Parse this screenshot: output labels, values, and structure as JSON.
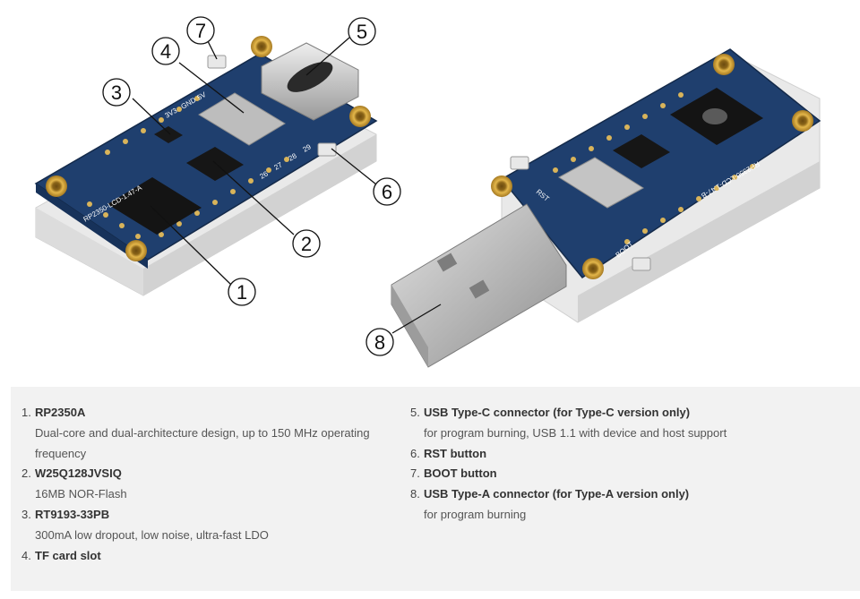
{
  "callout_numbers": [
    "1",
    "2",
    "3",
    "4",
    "5",
    "6",
    "7",
    "8"
  ],
  "board_silkscreen": {
    "left_board_label": "RP2350-LCD-1.47-A",
    "right_board_label": "RP2350-LCD-1.47-B",
    "pin_labels": [
      "3V3",
      "GND",
      "5V",
      "RST",
      "BOOT",
      "26",
      "27",
      "28",
      "29"
    ]
  },
  "colors": {
    "pcb_blue": "#1f3f6e",
    "gold_standoff": "#c99a2e",
    "usb_metal": "#c4c4c4",
    "panel_bg": "#f2f2f2"
  },
  "legend": {
    "left": [
      {
        "num": "1.",
        "title": "RP2350A",
        "desc": "Dual-core and dual-architecture design, up to 150 MHz operating frequency"
      },
      {
        "num": "2.",
        "title": "W25Q128JVSIQ",
        "desc": "16MB NOR-Flash"
      },
      {
        "num": "3.",
        "title": "RT9193-33PB",
        "desc": "300mA low dropout, low noise, ultra-fast LDO"
      },
      {
        "num": "4.",
        "title": "TF card slot",
        "desc": ""
      }
    ],
    "right": [
      {
        "num": "5.",
        "title": "USB Type-C connector (for Type-C version only)",
        "desc": "for program burning, USB 1.1 with device and host support"
      },
      {
        "num": "6.",
        "title": "RST button",
        "desc": ""
      },
      {
        "num": "7.",
        "title": "BOOT button",
        "desc": ""
      },
      {
        "num": "8.",
        "title": "USB Type-A connector (for Type-A version only)",
        "desc": "for program burning"
      }
    ]
  }
}
